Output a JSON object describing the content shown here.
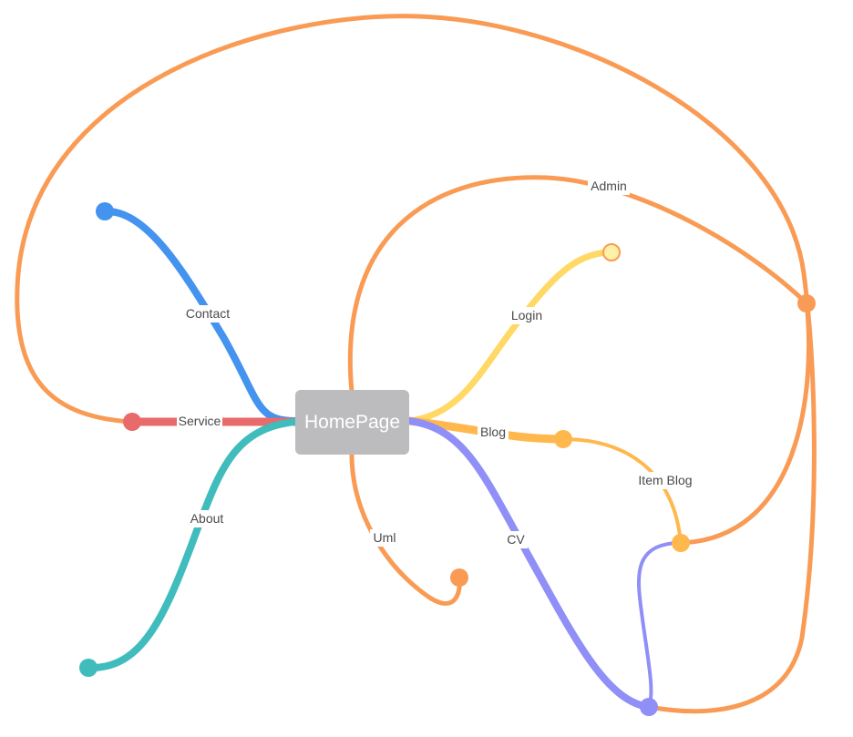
{
  "root": {
    "label": "HomePage",
    "color": "#bcbcbe"
  },
  "colors": {
    "orange": "#f99b55",
    "blue": "#4493ef",
    "red": "#e86a6a",
    "teal": "#40bcbc",
    "yellow": "#ffd866",
    "amber": "#ffb84d",
    "purple": "#8f8ff7"
  },
  "branches": [
    {
      "id": "contact",
      "label": "Contact",
      "color": "#4493ef"
    },
    {
      "id": "service",
      "label": "Service",
      "color": "#e86a6a"
    },
    {
      "id": "about",
      "label": "About",
      "color": "#40bcbc"
    },
    {
      "id": "login",
      "label": "Login",
      "color": "#ffd866"
    },
    {
      "id": "blog",
      "label": "Blog",
      "color": "#ffb84d"
    },
    {
      "id": "item-blog",
      "label": "Item Blog",
      "color": "#ffb84d"
    },
    {
      "id": "cv",
      "label": "CV",
      "color": "#8f8ff7"
    },
    {
      "id": "uml",
      "label": "Uml",
      "color": "#f99b55"
    },
    {
      "id": "admin",
      "label": "Admin",
      "color": "#f99b55"
    }
  ]
}
